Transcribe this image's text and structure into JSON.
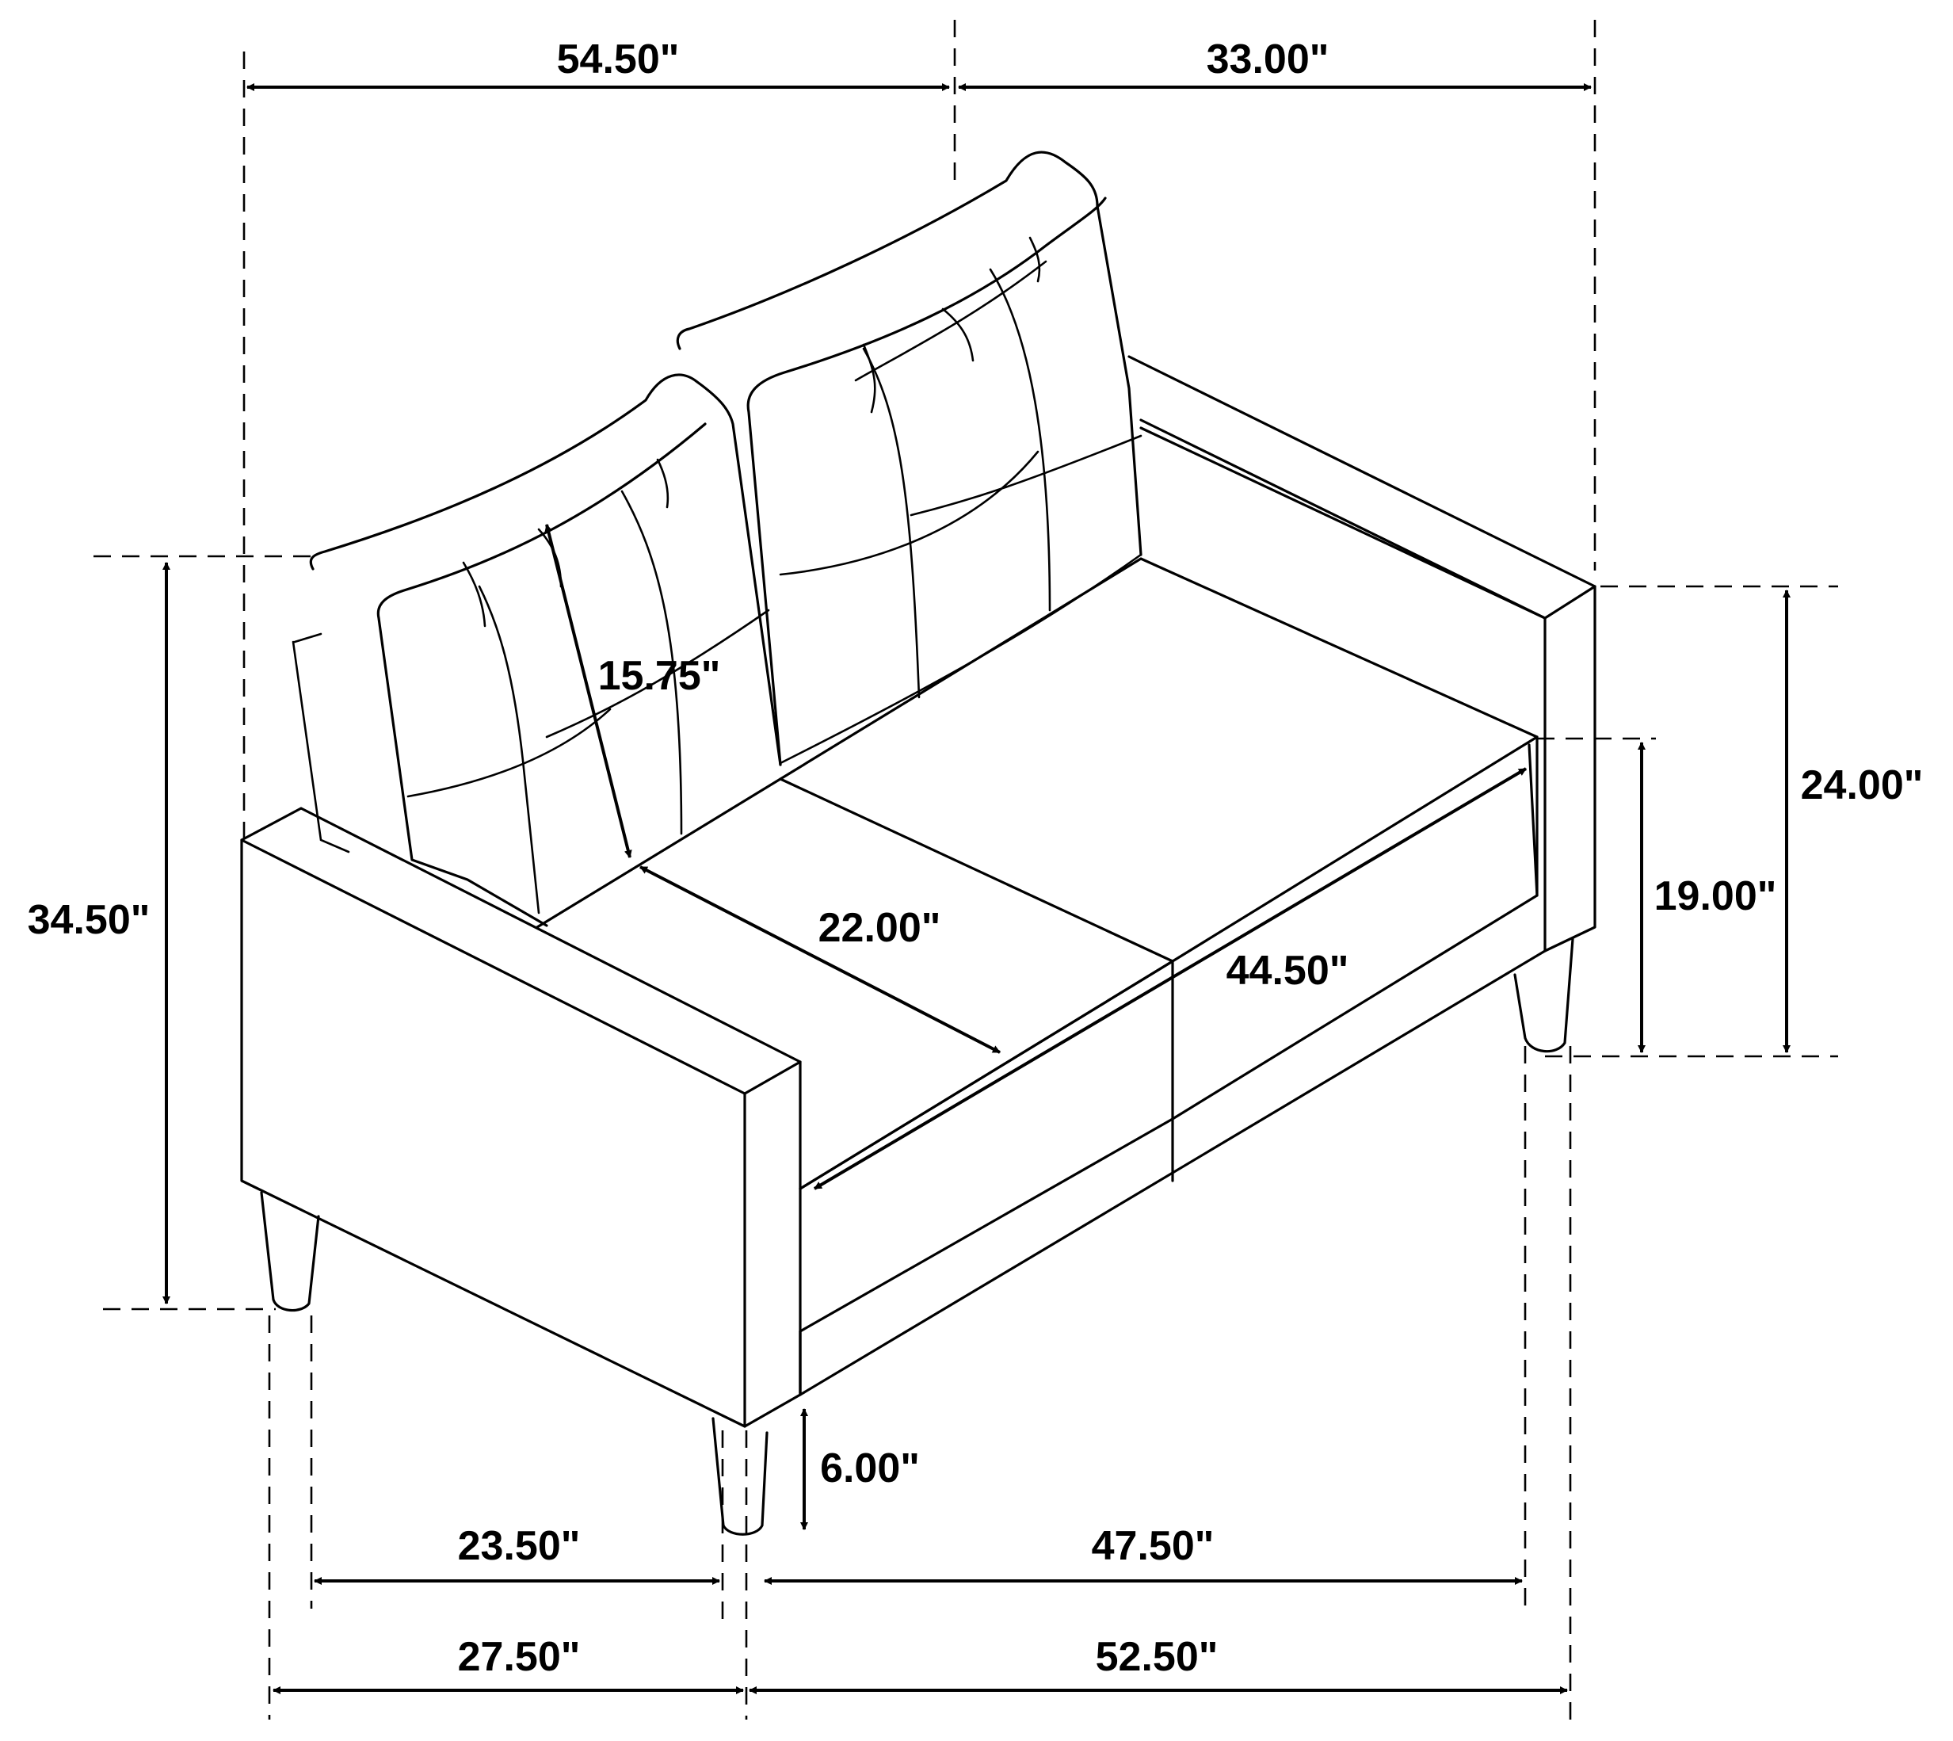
{
  "dimensions": {
    "overall_width": "54.50\"",
    "overall_depth": "33.00\"",
    "overall_height": "34.50\"",
    "arm_height": "24.00\"",
    "seat_height": "19.00\"",
    "back_height": "15.75\"",
    "seat_depth": "22.00\"",
    "seat_width": "44.50\"",
    "leg_height": "6.00\"",
    "side_leg_span": "23.50\"",
    "front_leg_span": "47.50\"",
    "side_base": "27.50\"",
    "front_base": "52.50\""
  }
}
